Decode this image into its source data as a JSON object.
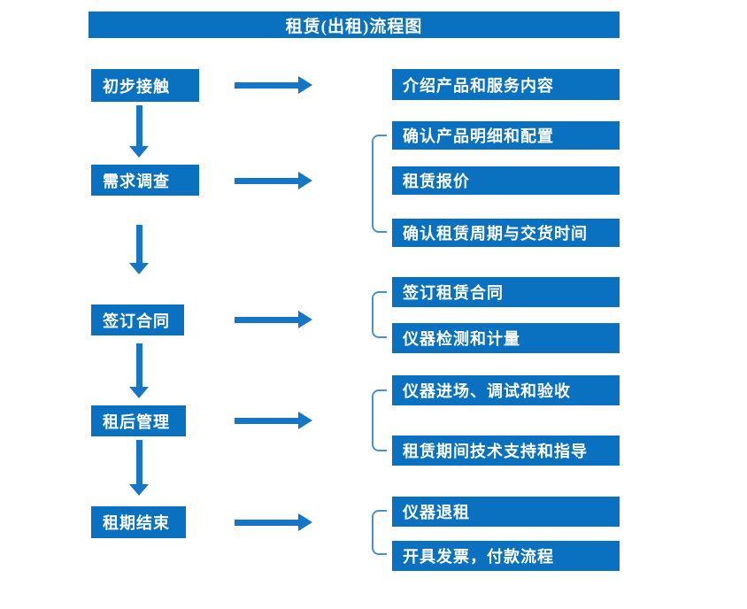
{
  "title": "租赁(出租)流程图",
  "colors": {
    "primary": "#0a70c0",
    "arrow": "#1576c8",
    "bracket": "#4a90d0",
    "boxtext": "#ffffff"
  },
  "stages": [
    {
      "label": "初步接触",
      "outputs": [
        "介绍产品和服务内容"
      ]
    },
    {
      "label": "需求调查",
      "outputs": [
        "确认产品明细和配置",
        "租赁报价",
        "确认租赁周期与交货时间"
      ]
    },
    {
      "label": "签订合同",
      "outputs": [
        "签订租赁合同",
        "仪器检测和计量"
      ]
    },
    {
      "label": "租后管理",
      "outputs": [
        "仪器进场、调试和验收",
        "租赁期间技术支持和指导"
      ]
    },
    {
      "label": "租期结束",
      "outputs": [
        "仪器退租",
        "开具发票，付款流程"
      ]
    }
  ]
}
